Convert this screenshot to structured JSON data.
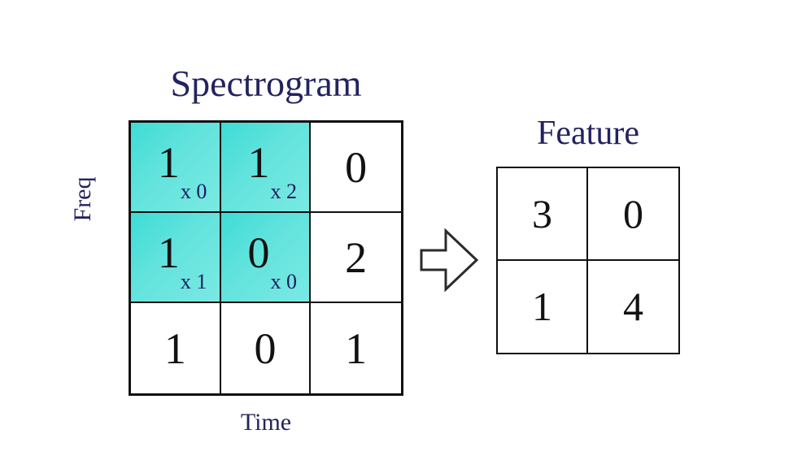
{
  "page": {
    "background": "#ffffff",
    "title_color": "#232360",
    "ink_color": "#121212",
    "highlight_color": "#5fe0da",
    "subscript_color": "#1d1d5e"
  },
  "spectrogram": {
    "title": "Spectrogram",
    "y_axis_label": "Freq",
    "x_axis_label": "Time",
    "rows": [
      [
        {
          "value": "1",
          "sub": "x 0",
          "highlight": true
        },
        {
          "value": "1",
          "sub": "x 2",
          "highlight": true
        },
        {
          "value": "0",
          "sub": "",
          "highlight": false
        }
      ],
      [
        {
          "value": "1",
          "sub": "x 1",
          "highlight": true
        },
        {
          "value": "0",
          "sub": "x 0",
          "highlight": true
        },
        {
          "value": "2",
          "sub": "",
          "highlight": false
        }
      ],
      [
        {
          "value": "1",
          "sub": "",
          "highlight": false
        },
        {
          "value": "0",
          "sub": "",
          "highlight": false
        },
        {
          "value": "1",
          "sub": "",
          "highlight": false
        }
      ]
    ]
  },
  "arrow": {
    "icon": "block-arrow-right-icon",
    "direction": "right"
  },
  "feature": {
    "title": "Feature",
    "rows": [
      [
        {
          "value": "3"
        },
        {
          "value": "0"
        }
      ],
      [
        {
          "value": "1"
        },
        {
          "value": "4"
        }
      ]
    ]
  },
  "chart_data": {
    "type": "heatmap",
    "title": "Spectrogram",
    "xlabel": "Time",
    "ylabel": "Freq",
    "input_matrix": [
      [
        1,
        1,
        0
      ],
      [
        1,
        0,
        2
      ],
      [
        1,
        0,
        1
      ]
    ],
    "kernel_overlay": [
      [
        "x 0",
        "x 2"
      ],
      [
        "x 1",
        "x 0"
      ]
    ],
    "kernel_matrix": [
      [
        0,
        2
      ],
      [
        1,
        0
      ]
    ],
    "highlight_region": {
      "rows": [
        0,
        1
      ],
      "cols": [
        0,
        1
      ]
    },
    "output_title": "Feature",
    "output_matrix": [
      [
        3,
        0
      ],
      [
        1,
        4
      ]
    ],
    "grid": true,
    "legend": "none"
  }
}
